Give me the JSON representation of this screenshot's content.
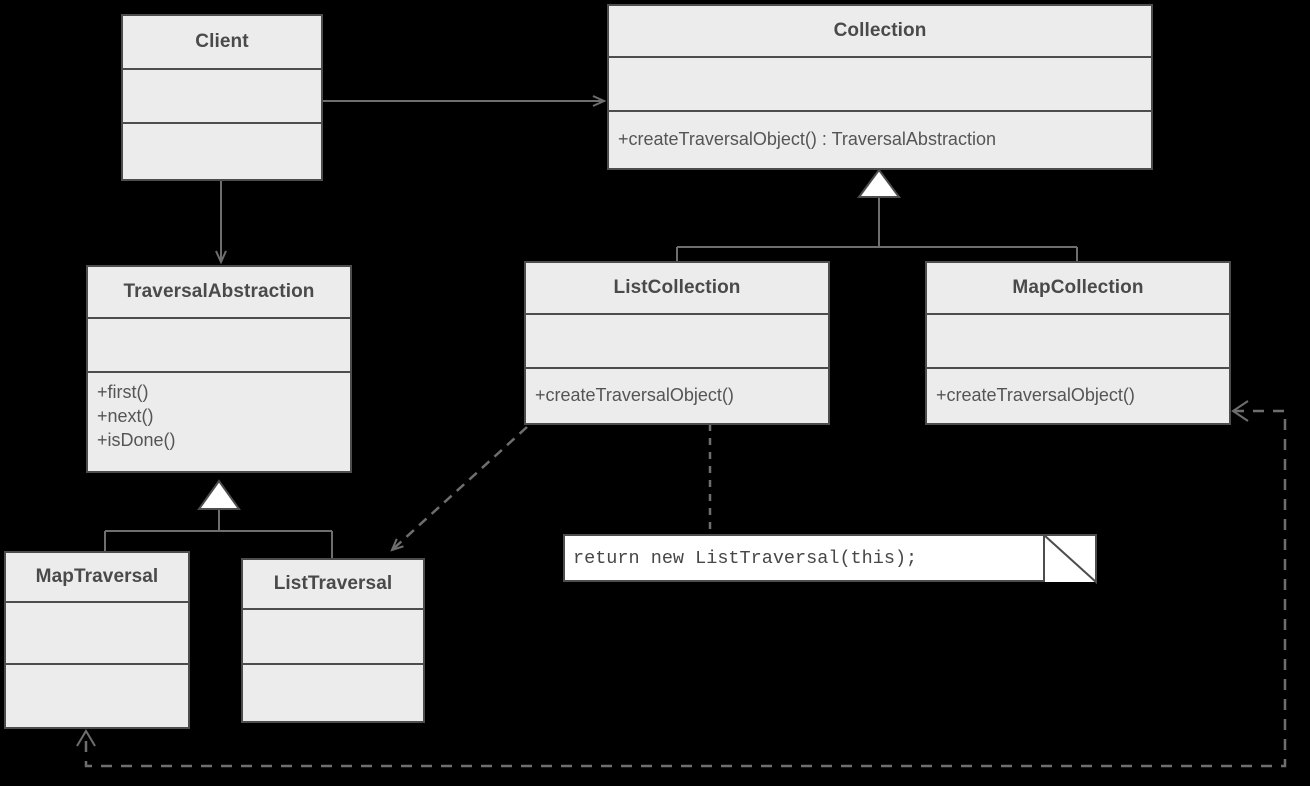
{
  "diagram": {
    "title": "Iterator Pattern Class Diagram",
    "type": "uml-class-diagram",
    "background_color": "#000000",
    "box_fill_color": "#ececec",
    "box_border_color": "#4d4d4d",
    "line_color": "#6e6e6e",
    "note_fill_color": "#ffffff"
  },
  "classes": {
    "client": {
      "name": "Client",
      "attributes": [],
      "operations": []
    },
    "collection": {
      "name": "Collection",
      "attributes": [],
      "operations": [
        "+createTraversalObject() : TraversalAbstraction"
      ]
    },
    "traversal_abstraction": {
      "name": "TraversalAbstraction",
      "attributes": [],
      "operations": [
        "+first()",
        "+next()",
        "+isDone()"
      ]
    },
    "list_collection": {
      "name": "ListCollection",
      "attributes": [],
      "operations": [
        "+createTraversalObject()"
      ]
    },
    "map_collection": {
      "name": "MapCollection",
      "attributes": [],
      "operations": [
        "+createTraversalObject()"
      ]
    },
    "map_traversal": {
      "name": "MapTraversal",
      "attributes": [],
      "operations": []
    },
    "list_traversal": {
      "name": "ListTraversal",
      "attributes": [],
      "operations": []
    }
  },
  "notes": {
    "list_traversal_note": {
      "text": "return new ListTraversal(this);"
    }
  },
  "relationships": [
    {
      "name": "client-to-collection",
      "kind": "association",
      "style": "solid",
      "arrowhead": "open",
      "from": "Client",
      "to": "Collection"
    },
    {
      "name": "client-to-traversal-abstraction",
      "kind": "association",
      "style": "solid",
      "arrowhead": "open",
      "from": "Client",
      "to": "TraversalAbstraction"
    },
    {
      "name": "list-collection-generalization",
      "kind": "generalization",
      "style": "solid",
      "arrowhead": "hollow-triangle",
      "from": "ListCollection",
      "to": "Collection"
    },
    {
      "name": "map-collection-generalization",
      "kind": "generalization",
      "style": "solid",
      "arrowhead": "hollow-triangle",
      "from": "MapCollection",
      "to": "Collection"
    },
    {
      "name": "map-traversal-generalization",
      "kind": "generalization",
      "style": "solid",
      "arrowhead": "hollow-triangle",
      "from": "MapTraversal",
      "to": "TraversalAbstraction"
    },
    {
      "name": "list-traversal-generalization",
      "kind": "generalization",
      "style": "solid",
      "arrowhead": "hollow-triangle",
      "from": "ListTraversal",
      "to": "TraversalAbstraction"
    },
    {
      "name": "list-collection-creates-list-traversal",
      "kind": "dependency",
      "style": "dashed",
      "arrowhead": "open",
      "from": "ListCollection",
      "to": "ListTraversal"
    },
    {
      "name": "map-collection-map-traversal-dependency",
      "kind": "dependency",
      "style": "dashed",
      "arrowhead": "open-both",
      "from": "MapCollection",
      "to": "MapTraversal"
    },
    {
      "name": "note-anchor-list-collection",
      "kind": "note-link",
      "style": "dashed",
      "arrowhead": "none",
      "from": "list_traversal_note",
      "to": "ListCollection"
    }
  ]
}
